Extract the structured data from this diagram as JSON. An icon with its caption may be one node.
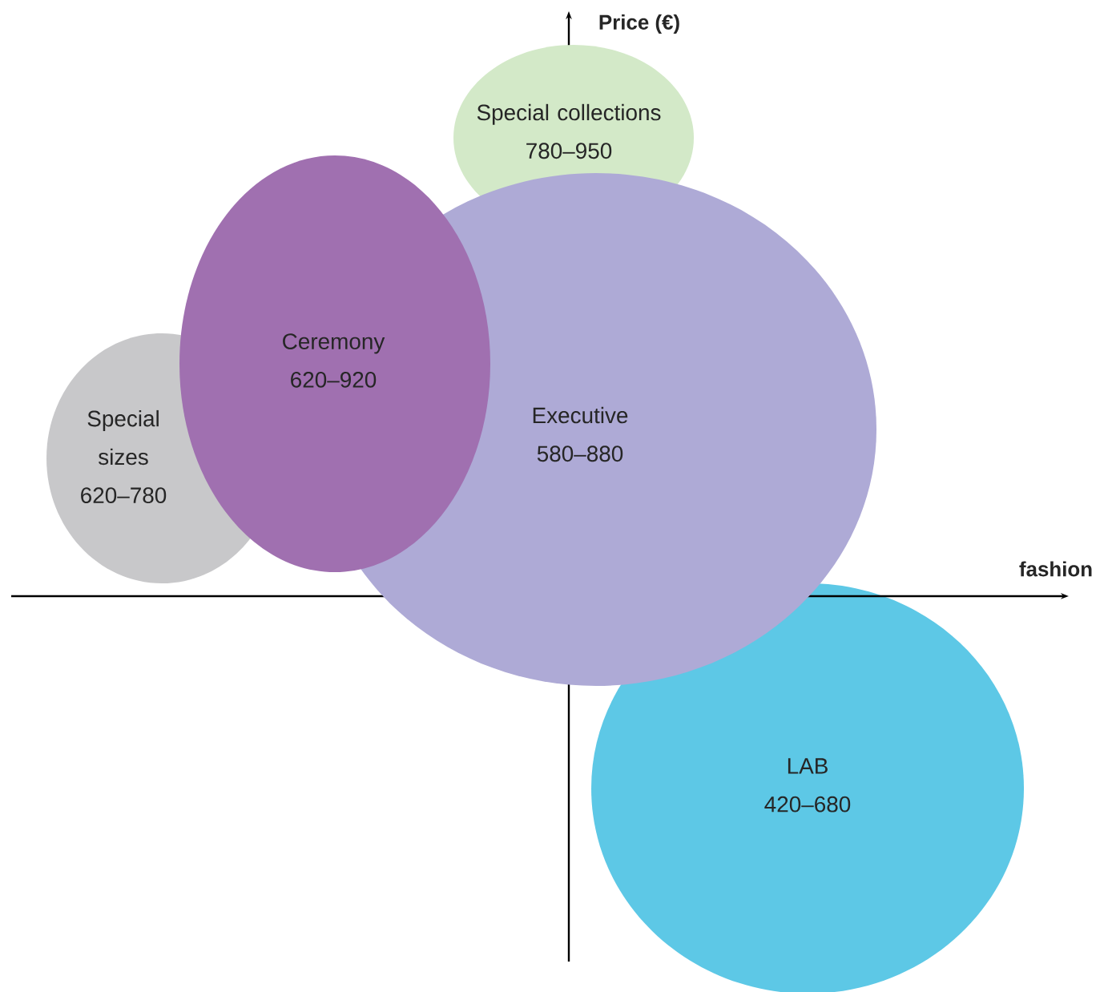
{
  "diagram": {
    "nodes": [
      {
        "text": [
          "Special collections",
          "780–950"
        ]
      },
      {
        "text": [
          "Special sizes",
          "620–780"
        ]
      },
      {
        "text": [
          "Executive",
          "580–880"
        ]
      },
      {
        "text": [
          "Ceremony",
          "620–920"
        ]
      },
      {
        "text": [
          "LAB",
          "420–680"
        ]
      }
    ],
    "labels": [
      "Price (€)",
      "fashion"
    ]
  }
}
